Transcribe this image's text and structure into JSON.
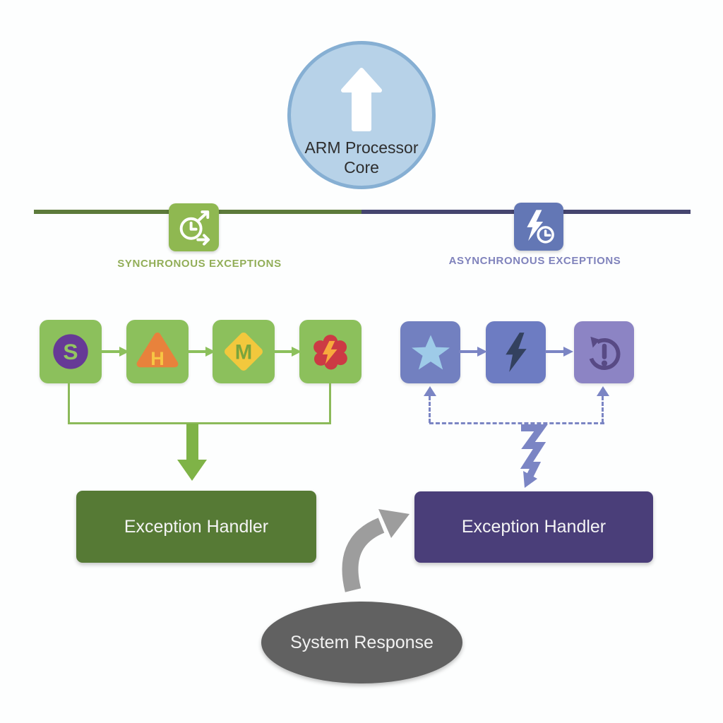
{
  "core": {
    "label": "ARM Processor Core",
    "icon": "up-arrow-icon"
  },
  "sync_branch": {
    "label": "SYNCHRONOUS EXCEPTIONS",
    "divider_icon": "sync-clock-icon",
    "handler_label": "Exception Handler",
    "nodes": [
      {
        "icon": "s-badge-icon",
        "letter": "S"
      },
      {
        "icon": "hazard-h-icon",
        "letter": "H"
      },
      {
        "icon": "diamond-m-icon",
        "letter": "M"
      },
      {
        "icon": "burst-bolt-icon"
      }
    ]
  },
  "async_branch": {
    "label": "ASYNCHRONOUS EXCEPTIONS",
    "divider_icon": "bolt-clock-icon",
    "handler_label": "Exception Handler",
    "nodes": [
      {
        "icon": "star-icon"
      },
      {
        "icon": "lightning-icon"
      },
      {
        "icon": "retry-alert-icon"
      }
    ]
  },
  "response": {
    "label": "System Response"
  },
  "colors": {
    "sync_node_green": "#8cc05c",
    "sync_divider_green": "#5d7b3b",
    "sync_icon_green": "#8fb851",
    "sync_handler_green": "#567a35",
    "sync_label_green": "#92ae58",
    "async_node_blue": "#7280c0",
    "async_node_purple": "#8c84c4",
    "async_divider_purple": "#45456f",
    "async_icon_purple": "#6377b5",
    "async_handler_purple": "#4a3e79",
    "async_accent_purple": "#7b85c4",
    "core_circle_blue": "#b7d2e8",
    "core_circle_border": "#86afd3",
    "response_gray": "#616161",
    "swoosh_gray": "#9d9d9d"
  }
}
